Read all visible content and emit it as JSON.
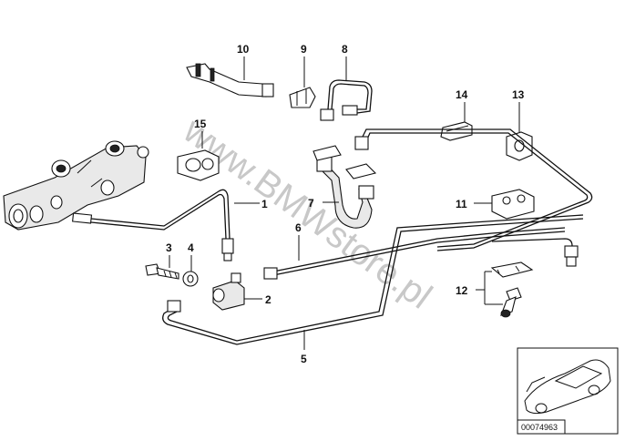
{
  "watermark": "www.BMWstore.pl",
  "image_code": "00074963",
  "part_labels": {
    "p1": "1",
    "p2": "2",
    "p3": "3",
    "p4": "4",
    "p5": "5",
    "p6": "6",
    "p7": "7",
    "p8": "8",
    "p9": "9",
    "p10": "10",
    "p11": "11",
    "p12": "12",
    "p13": "13",
    "p14": "14",
    "p15": "15"
  },
  "colors": {
    "ink": "#111111",
    "watermark": "#c8c8c8",
    "background": "#ffffff"
  }
}
